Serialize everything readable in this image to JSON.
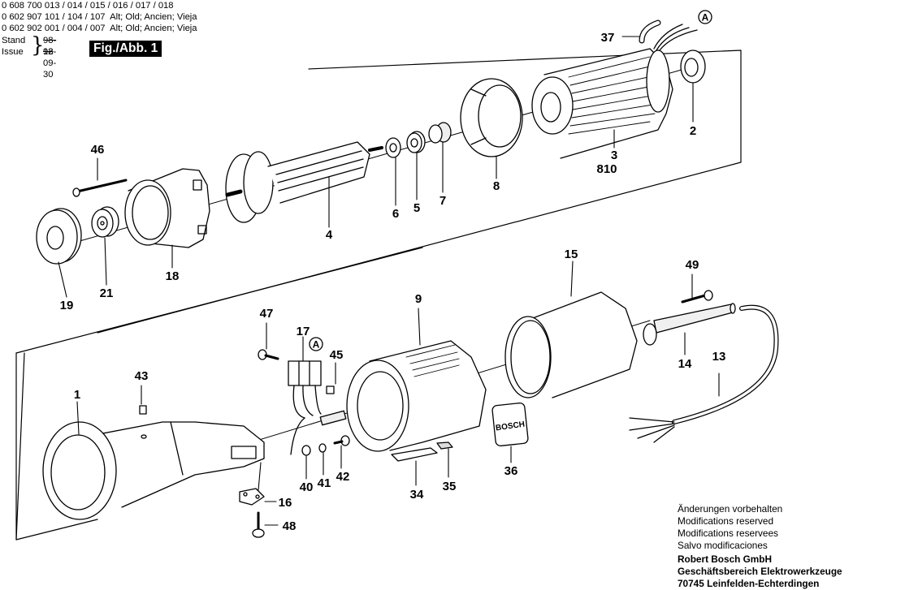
{
  "header": {
    "part_number_lines": [
      "0 608 700 013 / 014 / 015 / 016 / 017 / 018",
      "0 602 907 101 / 104 / 107  Alt; Old; Ancien; Vieja",
      "0 602 902 001 / 004 / 007  Alt; Old; Ancien; Vieja"
    ],
    "stand_label": "Stand",
    "issue_label": "Issue",
    "stand_value_struck": "98-12",
    "issue_value": "98-09-30",
    "figure_label": "Fig./Abb. 1"
  },
  "diagram": {
    "title": "Exploded parts view - motor assembly",
    "callouts": {
      "c1": "1",
      "c2": "2",
      "c3": "3",
      "c3b": "810",
      "c4": "4",
      "c5": "5",
      "c6": "6",
      "c7": "7",
      "c8": "8",
      "c9": "9",
      "c13": "13",
      "c14": "14",
      "c15": "15",
      "c16": "16",
      "c17": "17",
      "c18": "18",
      "c19": "19",
      "c21": "21",
      "c34": "34",
      "c35": "35",
      "c36": "36",
      "c37": "37",
      "c40": "40",
      "c41": "41",
      "c42": "42",
      "c43": "43",
      "c45": "45",
      "c46": "46",
      "c47": "47",
      "c48": "48",
      "c49": "49"
    },
    "connector_marker": "A",
    "badge_text": "BOSCH"
  },
  "footer": {
    "notice_lines": [
      "Änderungen vorbehalten",
      "Modifications reserved",
      "Modifications reservees",
      "Salvo modificaciones"
    ],
    "company_lines": [
      "Robert Bosch GmbH",
      "Geschäftsbereich Elektrowerkzeuge",
      "70745 Leinfelden-Echterdingen"
    ]
  }
}
